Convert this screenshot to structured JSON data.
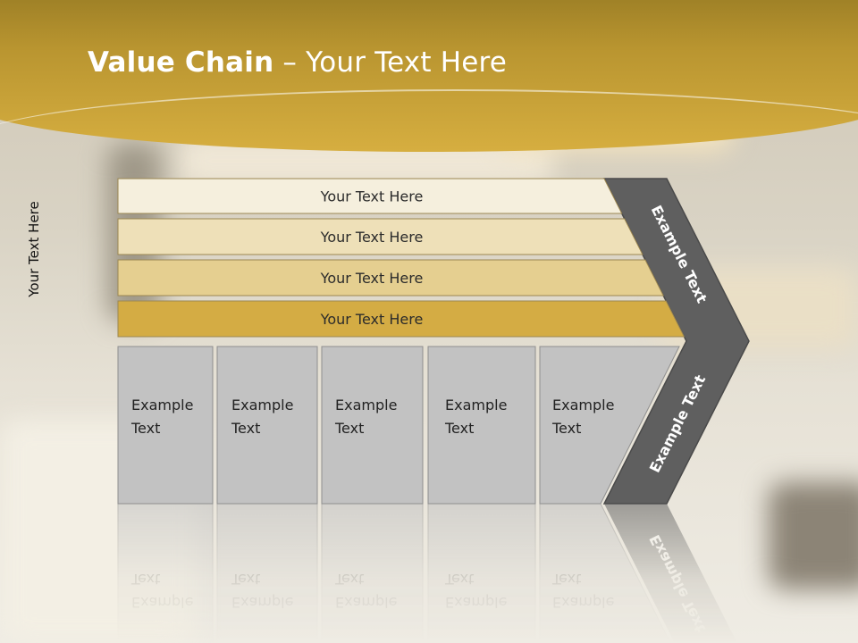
{
  "slide": {
    "title_bold": "Value Chain",
    "title_rest": " – Your Text Here",
    "side_label": "Your Text Here"
  },
  "bars": [
    {
      "label": "Your Text Here",
      "color": "#f5efdd"
    },
    {
      "label": "Your Text Here",
      "color": "#eee0b8"
    },
    {
      "label": "Your Text Here",
      "color": "#e5cf90"
    },
    {
      "label": "Your Text Here",
      "color": "#d4ac44"
    }
  ],
  "boxes": [
    {
      "line1": "Example",
      "line2": "Text"
    },
    {
      "line1": "Example",
      "line2": "Text"
    },
    {
      "line1": "Example",
      "line2": "Text"
    },
    {
      "line1": "Example",
      "line2": "Text"
    },
    {
      "line1": "Example",
      "line2": "Text"
    }
  ],
  "arrow": {
    "upper_label": "Example Text",
    "lower_label": "Example Text",
    "color": "#5f5f5f"
  },
  "colors": {
    "box_fill": "#c2c2c2",
    "box_stroke": "#8f8f8f",
    "header_gold": "#c9a23a"
  }
}
